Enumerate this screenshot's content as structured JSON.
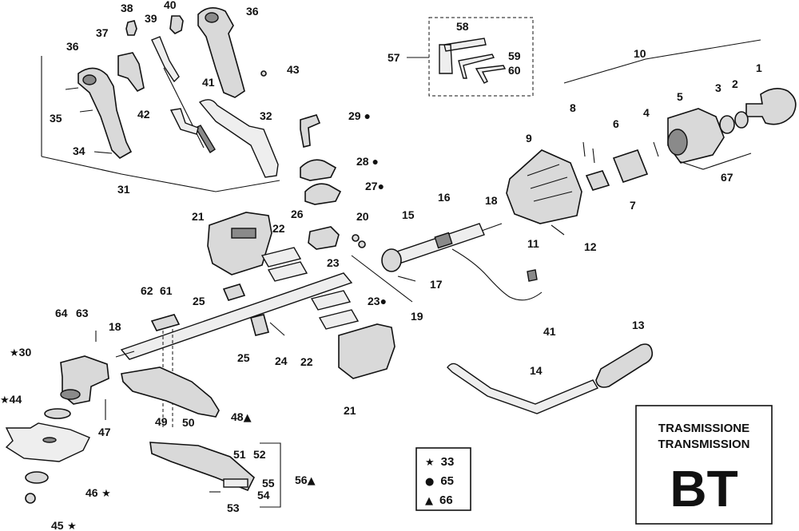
{
  "title_box": {
    "line1": "TRASMISSIONE",
    "line2": "TRANSMISSION",
    "code": "BT"
  },
  "legend": [
    {
      "symbol": "★",
      "value": "33"
    },
    {
      "symbol": "●",
      "value": "65"
    },
    {
      "symbol": "▲",
      "value": "66"
    }
  ],
  "callouts": [
    {
      "id": "c38",
      "text": "38"
    },
    {
      "id": "c40",
      "text": "40"
    },
    {
      "id": "c39",
      "text": "39"
    },
    {
      "id": "c36a",
      "text": "36"
    },
    {
      "id": "c37",
      "text": "37"
    },
    {
      "id": "c36b",
      "text": "36"
    },
    {
      "id": "c43",
      "text": "43"
    },
    {
      "id": "c41a",
      "text": "41"
    },
    {
      "id": "c35",
      "text": "35"
    },
    {
      "id": "c42",
      "text": "42"
    },
    {
      "id": "c32",
      "text": "32"
    },
    {
      "id": "c29",
      "text": "29 ●"
    },
    {
      "id": "c34",
      "text": "34"
    },
    {
      "id": "c28",
      "text": "28 ●"
    },
    {
      "id": "c31",
      "text": "31"
    },
    {
      "id": "c27",
      "text": "27●"
    },
    {
      "id": "c21a",
      "text": "21"
    },
    {
      "id": "c26",
      "text": "26"
    },
    {
      "id": "c22a",
      "text": "22"
    },
    {
      "id": "c20",
      "text": "20"
    },
    {
      "id": "c23a",
      "text": "23"
    },
    {
      "id": "c62",
      "text": "62"
    },
    {
      "id": "c61",
      "text": "61"
    },
    {
      "id": "c25a",
      "text": "25"
    },
    {
      "id": "c23b",
      "text": "23●"
    },
    {
      "id": "c64",
      "text": "64"
    },
    {
      "id": "c63",
      "text": "63"
    },
    {
      "id": "c18a",
      "text": "18"
    },
    {
      "id": "c25b",
      "text": "25"
    },
    {
      "id": "c24",
      "text": "24"
    },
    {
      "id": "c22b",
      "text": "22"
    },
    {
      "id": "c30",
      "text": "30"
    },
    {
      "id": "c21b",
      "text": "21"
    },
    {
      "id": "c44",
      "text": "44"
    },
    {
      "id": "c48",
      "text": "48"
    },
    {
      "id": "c47",
      "text": "47"
    },
    {
      "id": "c49",
      "text": "49"
    },
    {
      "id": "c50",
      "text": "50"
    },
    {
      "id": "c51",
      "text": "51"
    },
    {
      "id": "c52",
      "text": "52"
    },
    {
      "id": "c55",
      "text": "55"
    },
    {
      "id": "c56",
      "text": "56"
    },
    {
      "id": "c46",
      "text": "46"
    },
    {
      "id": "c54",
      "text": "54"
    },
    {
      "id": "c53",
      "text": "53"
    },
    {
      "id": "c45",
      "text": "45"
    },
    {
      "id": "c57",
      "text": "57"
    },
    {
      "id": "c58",
      "text": "58"
    },
    {
      "id": "c59",
      "text": "59"
    },
    {
      "id": "c60",
      "text": "60"
    },
    {
      "id": "c10",
      "text": "10"
    },
    {
      "id": "c1",
      "text": "1"
    },
    {
      "id": "c2",
      "text": "2"
    },
    {
      "id": "c3",
      "text": "3"
    },
    {
      "id": "c5",
      "text": "5"
    },
    {
      "id": "c8",
      "text": "8"
    },
    {
      "id": "c4",
      "text": "4"
    },
    {
      "id": "c6",
      "text": "6"
    },
    {
      "id": "c9",
      "text": "9"
    },
    {
      "id": "c67",
      "text": "67"
    },
    {
      "id": "c7",
      "text": "7"
    },
    {
      "id": "c16",
      "text": "16"
    },
    {
      "id": "c18b",
      "text": "18"
    },
    {
      "id": "c15",
      "text": "15"
    },
    {
      "id": "c12",
      "text": "12"
    },
    {
      "id": "c11",
      "text": "11"
    },
    {
      "id": "c17",
      "text": "17"
    },
    {
      "id": "c19",
      "text": "19"
    },
    {
      "id": "c41b",
      "text": "41"
    },
    {
      "id": "c13",
      "text": "13"
    },
    {
      "id": "c14",
      "text": "14"
    }
  ]
}
